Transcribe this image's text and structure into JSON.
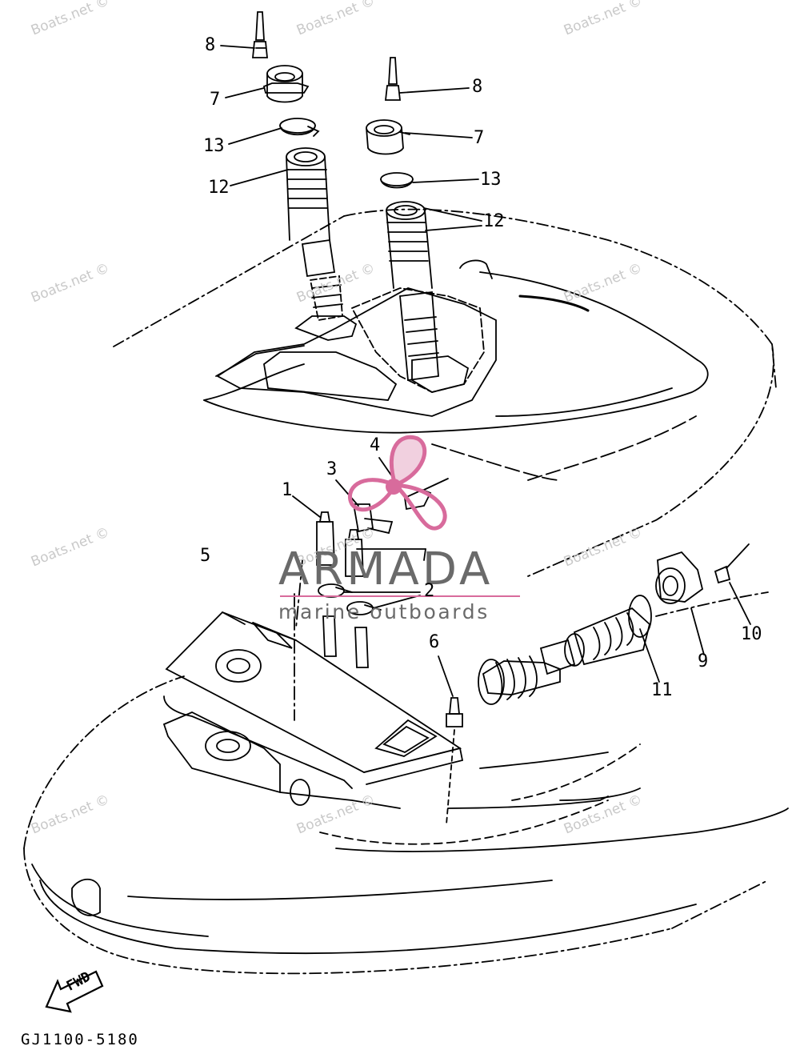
{
  "watermarks": [
    "Boats.net ©",
    "Boats.net ©",
    "Boats.net ©",
    "Boats.net ©",
    "Boats.net ©",
    "Boats.net ©",
    "Boats.net ©",
    "Boats.net ©",
    "Boats.net ©",
    "Boats.net ©",
    "Boats.net ©",
    "Boats.net ©"
  ],
  "callouts": {
    "c1": "1",
    "c2": "2",
    "c3": "3",
    "c4": "4",
    "c5": "5",
    "c6": "6",
    "c7a": "7",
    "c7b": "7",
    "c8a": "8",
    "c8b": "8",
    "c9": "9",
    "c10": "10",
    "c11": "11",
    "c12a": "12",
    "c12b": "12",
    "c13a": "13",
    "c13b": "13"
  },
  "brand": {
    "name": "ARMADA",
    "tagline": "marine outboards",
    "accent_color": "#d86b9c"
  },
  "fwd_label": "FWD",
  "part_number": "GJ1100-5180"
}
